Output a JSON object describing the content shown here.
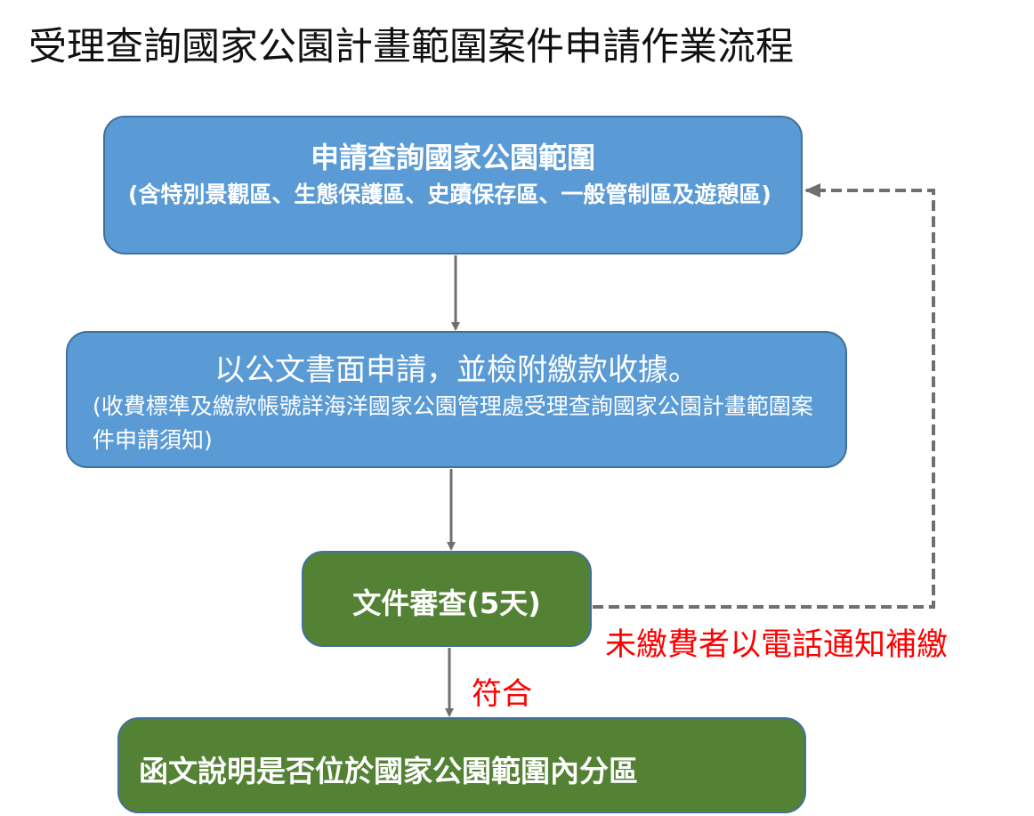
{
  "title": "受理查詢國家公園計畫範圍案件申請作業流程",
  "colors": {
    "step_blue": "#5b9bd5",
    "step_green": "#548235",
    "border": "#41719c",
    "connector": "#6f6f6f",
    "note_red": "#ff0000"
  },
  "steps": [
    {
      "main": "申請查詢國家公園範圍",
      "sub": "(含特別景觀區、生態保護區、史蹟保存區、一般管制區及遊憩區)"
    },
    {
      "main": "以公文書面申請，並檢附繳款收據。",
      "sub": "(收費標準及繳款帳號詳海洋國家公園管理處受理查詢國家公園計畫範圍案件申請須知)"
    },
    {
      "main": "文件審查(5天)"
    },
    {
      "main": "函文說明是否位於國家公園範圍內分區"
    }
  ],
  "notes": {
    "unpaid": "未繳費者以電話通知補繳",
    "match": "符合"
  }
}
